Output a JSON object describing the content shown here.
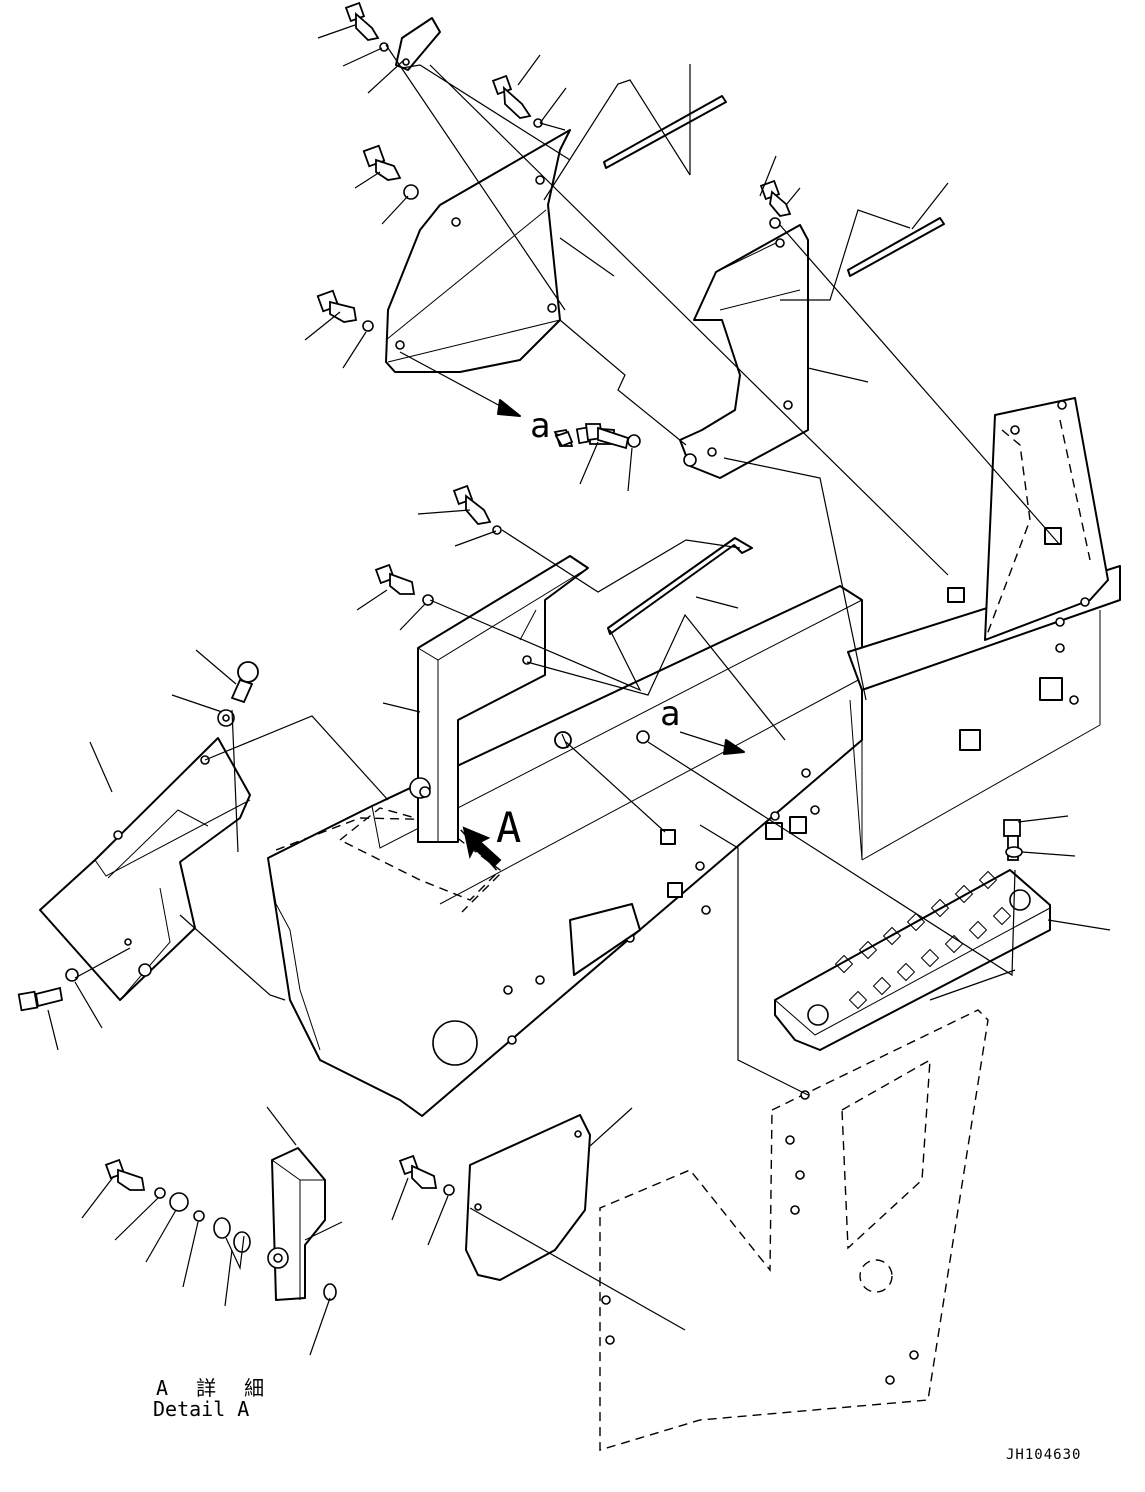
{
  "diagram": {
    "callouts": {
      "view_arrow": "A",
      "ref_upper": "a",
      "ref_lower": "a"
    },
    "detail_label_jp": "A 詳 細",
    "detail_label_en": "Detail A",
    "drawing_number": "JH104630"
  }
}
